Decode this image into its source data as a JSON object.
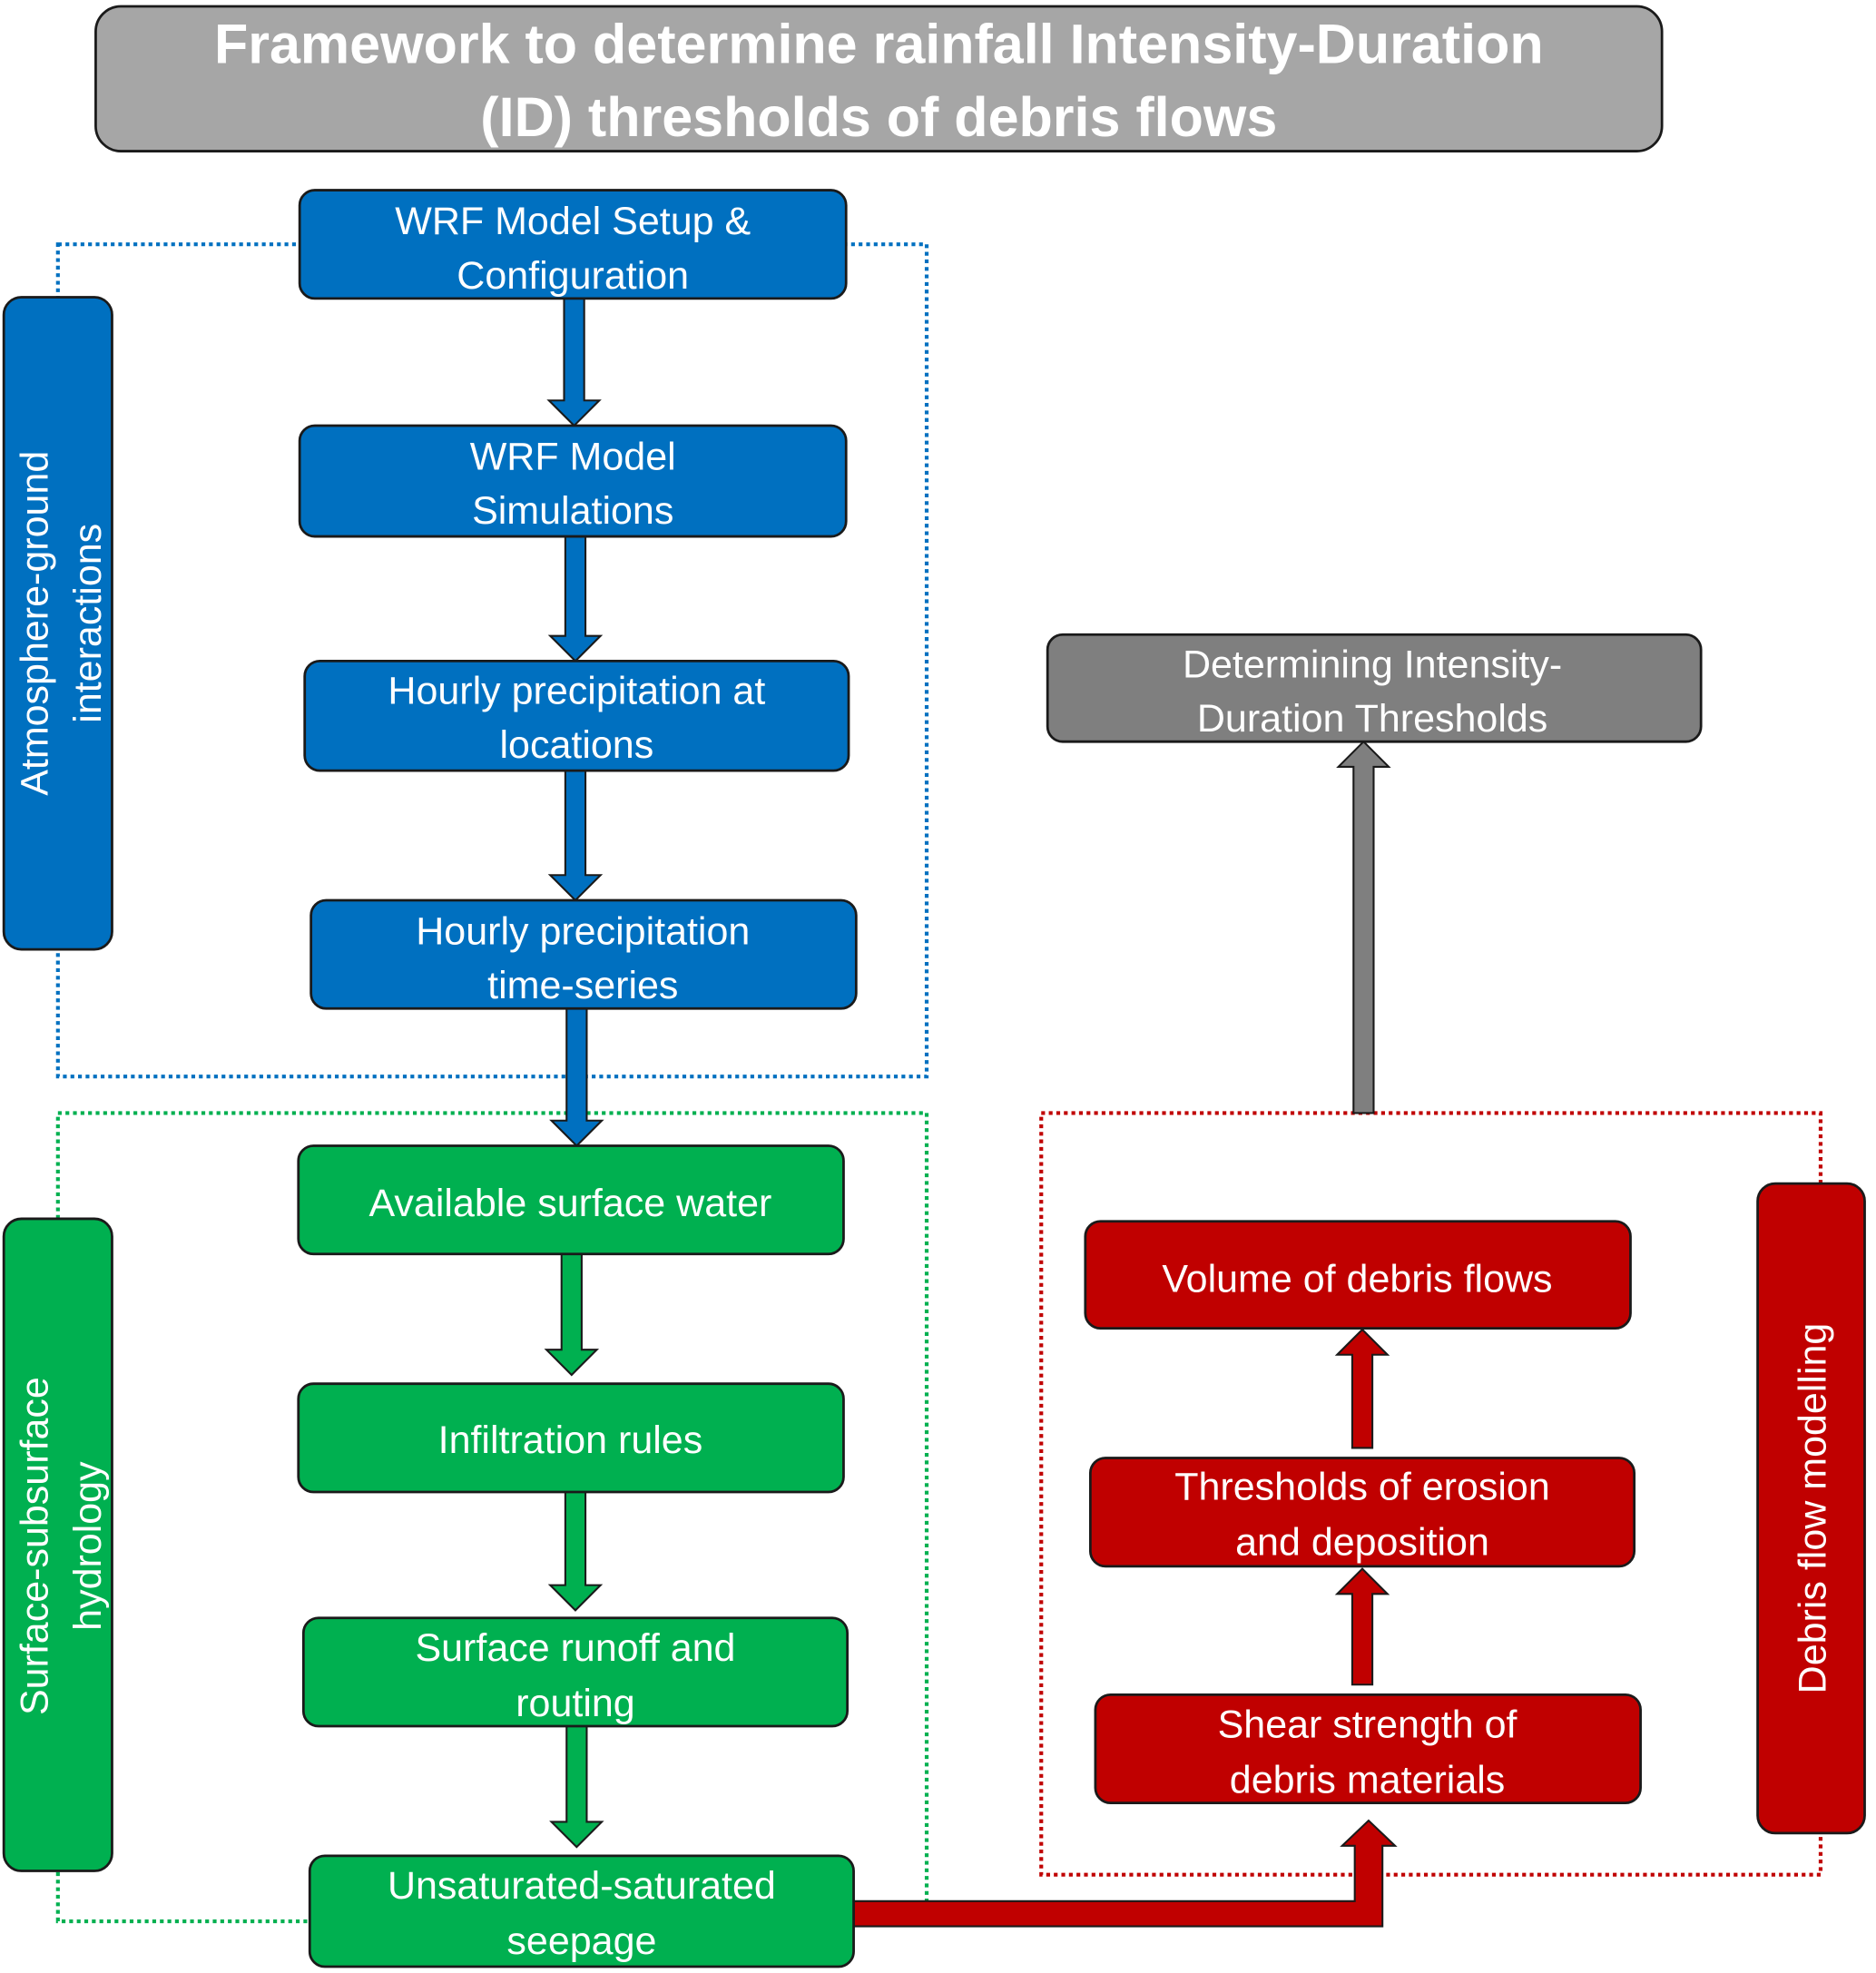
{
  "title": {
    "lines": [
      "Framework to determine rainfall Intensity-Duration",
      "(ID) thresholds of debris flows"
    ]
  },
  "colors": {
    "title_bg": "#a6a6a6",
    "atmosphere": "#0070c0",
    "hydrology": "#00b050",
    "debris": "#c00000",
    "result": "#7f7f7f",
    "border": "#1a1a1a"
  },
  "groups": {
    "atmosphere": {
      "label": [
        "Atmosphere-ground",
        "interactions"
      ]
    },
    "hydrology": {
      "label": [
        "Surface-subsurface",
        "hydrology"
      ]
    },
    "debris": {
      "label": [
        "Debris flow modelling"
      ]
    }
  },
  "nodes": {
    "wrf_setup": [
      "WRF Model Setup &",
      "Configuration"
    ],
    "wrf_sim": [
      "WRF Model",
      "Simulations"
    ],
    "precip_locations": [
      "Hourly precipitation at",
      "locations"
    ],
    "precip_timeseries": [
      "Hourly precipitation",
      "time-series"
    ],
    "surface_water": [
      "Available surface water"
    ],
    "infiltration": [
      "Infiltration rules"
    ],
    "runoff": [
      "Surface runoff and",
      "routing"
    ],
    "seepage": [
      "Unsaturated-saturated",
      "seepage"
    ],
    "shear": [
      "Shear strength of",
      "debris materials"
    ],
    "erosion": [
      "Thresholds of erosion",
      "and deposition"
    ],
    "volume": [
      "Volume of debris flows"
    ],
    "id_thresholds": [
      "Determining Intensity-",
      "Duration Thresholds"
    ]
  }
}
